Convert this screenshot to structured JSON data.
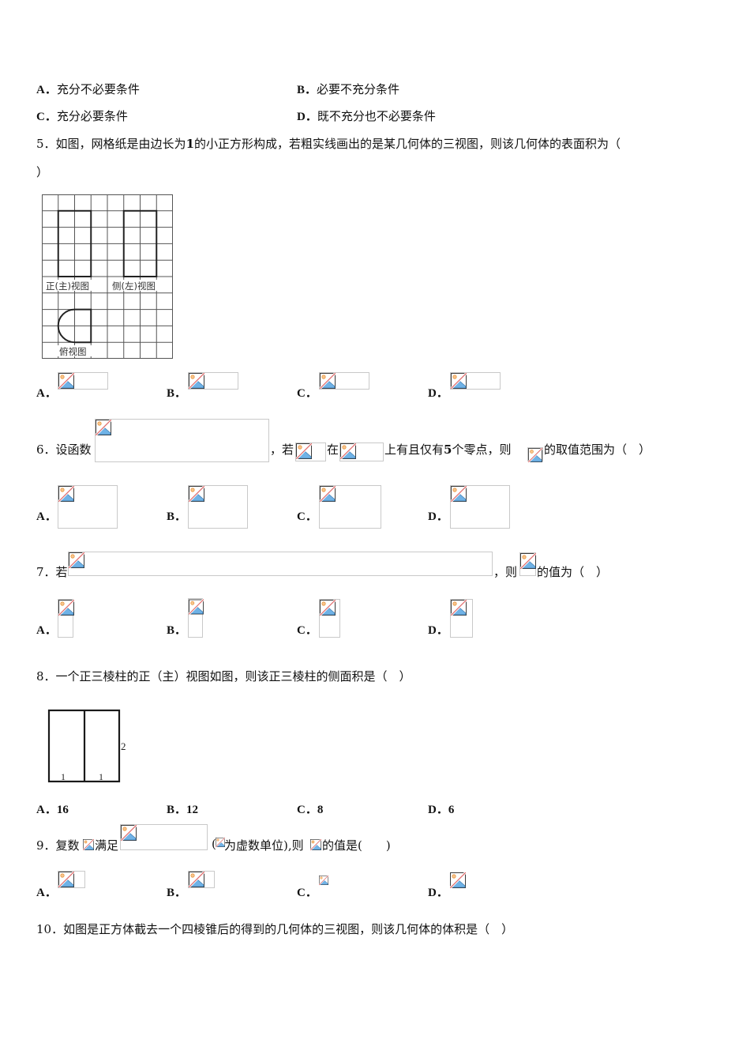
{
  "q4_options": {
    "A": {
      "label": "A．",
      "text": "充分不必要条件"
    },
    "B": {
      "label": "B．",
      "text": "必要不充分条件"
    },
    "C": {
      "label": "C．",
      "text": "充分必要条件"
    },
    "D": {
      "label": "D．",
      "text": "既不充分也不必要条件"
    }
  },
  "q5": {
    "number": "5．",
    "text_line1": "如图，网格纸是由边长为",
    "num1": "1",
    "text_line1b": "的小正方形构成，若粗实线画出的是某几何体的三视图，则该几何体的表面积为（",
    "text_line2": "）",
    "figure": {
      "grid_cols": 8,
      "grid_rows": 10,
      "front_view_label": "正(主)视图",
      "side_view_label": "侧(左)视图",
      "top_view_label": "俯视图"
    },
    "options": [
      {
        "label": "A．",
        "image": "broken-image"
      },
      {
        "label": "B．",
        "image": "broken-image"
      },
      {
        "label": "C．",
        "image": "broken-image"
      },
      {
        "label": "D．",
        "image": "broken-image"
      }
    ]
  },
  "q6": {
    "number": "6．",
    "text_a": "设函数",
    "text_b": "，若",
    "text_c": "在",
    "text_d": "上有且仅有",
    "num": "5",
    "text_e": "个零点，则",
    "text_f": "的取值范围为（　）",
    "options": [
      {
        "label": "A．",
        "image": "broken-image"
      },
      {
        "label": "B．",
        "image": "broken-image"
      },
      {
        "label": "C．",
        "image": "broken-image"
      },
      {
        "label": "D．",
        "image": "broken-image"
      }
    ]
  },
  "q7": {
    "number": "7．",
    "text_a": "若",
    "text_b": "，则",
    "text_c": "的值为（　）",
    "options": [
      {
        "label": "A．",
        "image": "broken-image"
      },
      {
        "label": "B．",
        "image": "broken-image"
      },
      {
        "label": "C．",
        "image": "broken-image"
      },
      {
        "label": "D．",
        "image": "broken-image"
      }
    ]
  },
  "q8": {
    "number": "8．",
    "text": "一个正三棱柱的正（主）视图如图，则该正三棱柱的侧面积是（　）",
    "figure": {
      "bottom_left_label": "1",
      "bottom_right_label": "1",
      "height_label": "2"
    },
    "options": [
      {
        "label": "A．",
        "value": "16"
      },
      {
        "label": "B．",
        "value": "12"
      },
      {
        "label": "C．",
        "value": "8"
      },
      {
        "label": "D．",
        "value": "6"
      }
    ]
  },
  "q9": {
    "number": "9．",
    "text_a": "复数",
    "text_b": "满足",
    "text_c": "(",
    "text_d": "为虚数单位),则",
    "text_e": "的值是(　　)",
    "options": [
      {
        "label": "A．",
        "image": "broken-image"
      },
      {
        "label": "B．",
        "image": "broken-image"
      },
      {
        "label": "C．",
        "image": "broken-image"
      },
      {
        "label": "D．",
        "image": "broken-image"
      }
    ]
  },
  "q10": {
    "number": "10．",
    "text": "如图是正方体截去一个四棱锥后的得到的几何体的三视图，则该几何体的体积是（　）"
  },
  "colors": {
    "text": "#111111",
    "placeholder_border": "#c9c9c9",
    "icon_sky": "#6fb2e6",
    "icon_sun": "#f2a65a",
    "icon_slash": "#e06a6a"
  }
}
